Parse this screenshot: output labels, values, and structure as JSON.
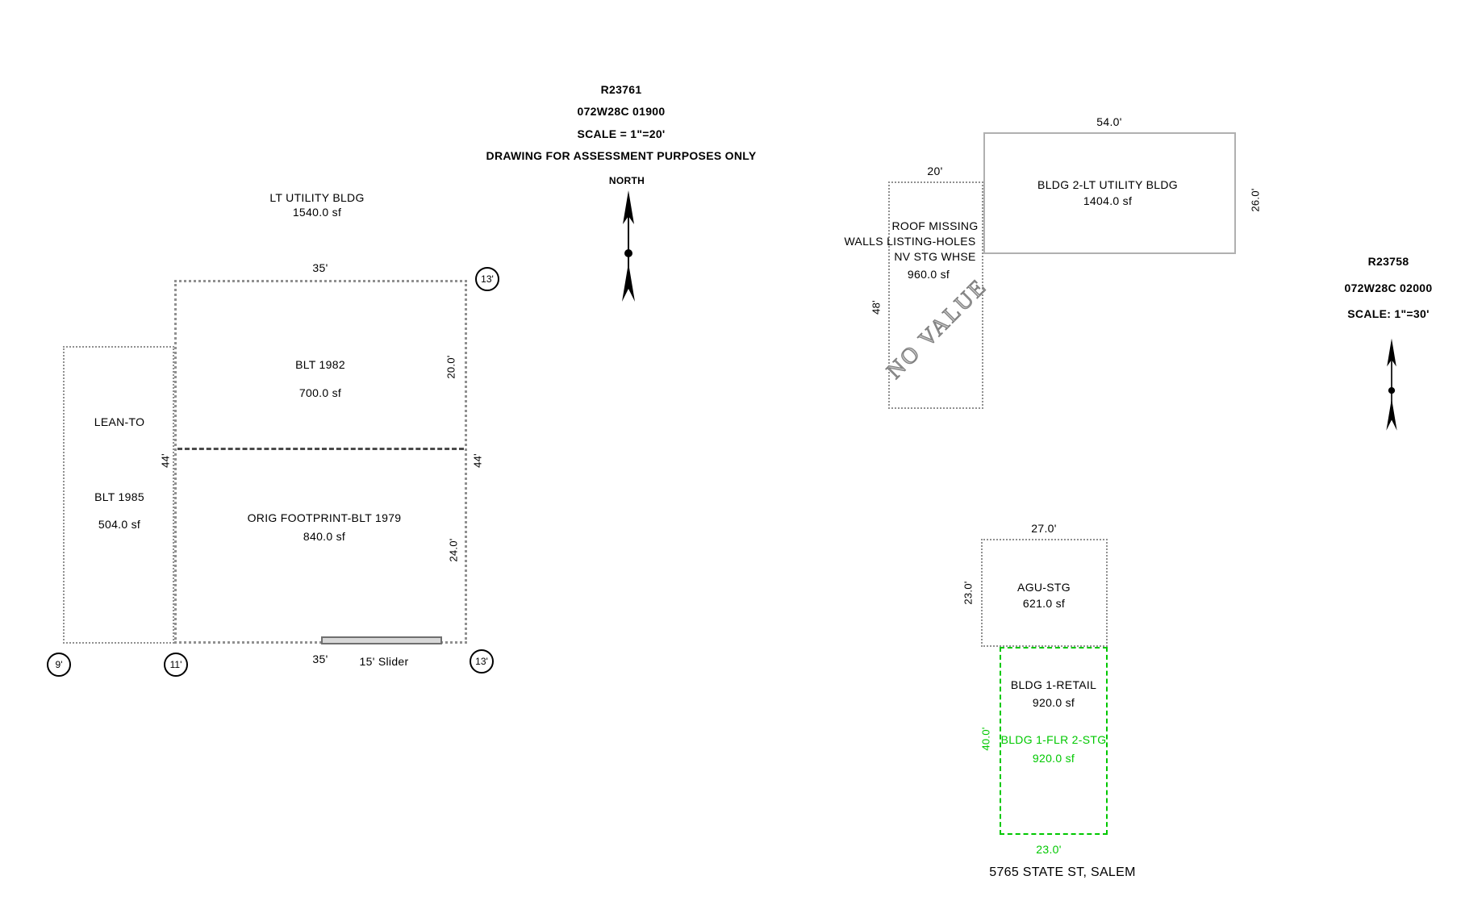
{
  "colors": {
    "green": "#00c800",
    "border_gray": "#909090",
    "solid_gray": "#b0b0b0",
    "divider": "#4a4a4a",
    "watermark": "#808080"
  },
  "left_sketch": {
    "header": {
      "record_id": "R23761",
      "map_taxlot": "072W28C 01900",
      "scale": "SCALE = 1\"=20'",
      "disclaimer": "DRAWING FOR ASSESSMENT PURPOSES ONLY",
      "north": "NORTH"
    },
    "title": {
      "line1": "LT UTILITY BLDG",
      "line2": "1540.0 sf"
    },
    "upper_room": {
      "line1": "BLT 1982",
      "line2": "700.0 sf"
    },
    "lower_room": {
      "line1": "ORIG FOOTPRINT-BLT 1979",
      "line2": "840.0 sf"
    },
    "lean_to": {
      "line1": "LEAN-TO",
      "line2": "BLT 1985",
      "line3": "504.0 sf"
    },
    "dims": {
      "top": "35'",
      "upper_right": "20.0'",
      "left": "44'",
      "right": "44'",
      "lower_right": "24.0'",
      "bottom": "35'",
      "slider": "15' Slider",
      "corner_top_right": "13'",
      "corner_bottom_left": "9'",
      "corner_bottom_mid": "11'",
      "corner_bottom_right": "13'"
    }
  },
  "right_sketch": {
    "header": {
      "record_id": "R23758",
      "map_taxlot": "072W28C 02000",
      "scale": "SCALE: 1\"=30'"
    },
    "bldg2": {
      "dim_top": "54.0'",
      "line1": "BLDG 2-LT UTILITY BLDG",
      "line2": "1404.0 sf",
      "dim_right": "26.0'"
    },
    "whse": {
      "dim_top": "20'",
      "line1": "ROOF MISSING",
      "line2": "WALLS LISTING-HOLES",
      "line3": "NV STG WHSE",
      "line4": "960.0 sf",
      "dim_left": "48'",
      "watermark": "NO VALUE"
    },
    "agu": {
      "dim_top": "27.0'",
      "dim_left": "23.0'",
      "line1": "AGU-STG",
      "line2": "621.0 sf"
    },
    "bldg1": {
      "line1": "BLDG 1-RETAIL",
      "line2": "920.0 sf",
      "line3": "BLDG 1-FLR 2-STG",
      "line4": "920.0 sf",
      "dim_left": "40.0'",
      "dim_bottom": "23.0'"
    },
    "address": "5765 STATE ST, SALEM"
  }
}
